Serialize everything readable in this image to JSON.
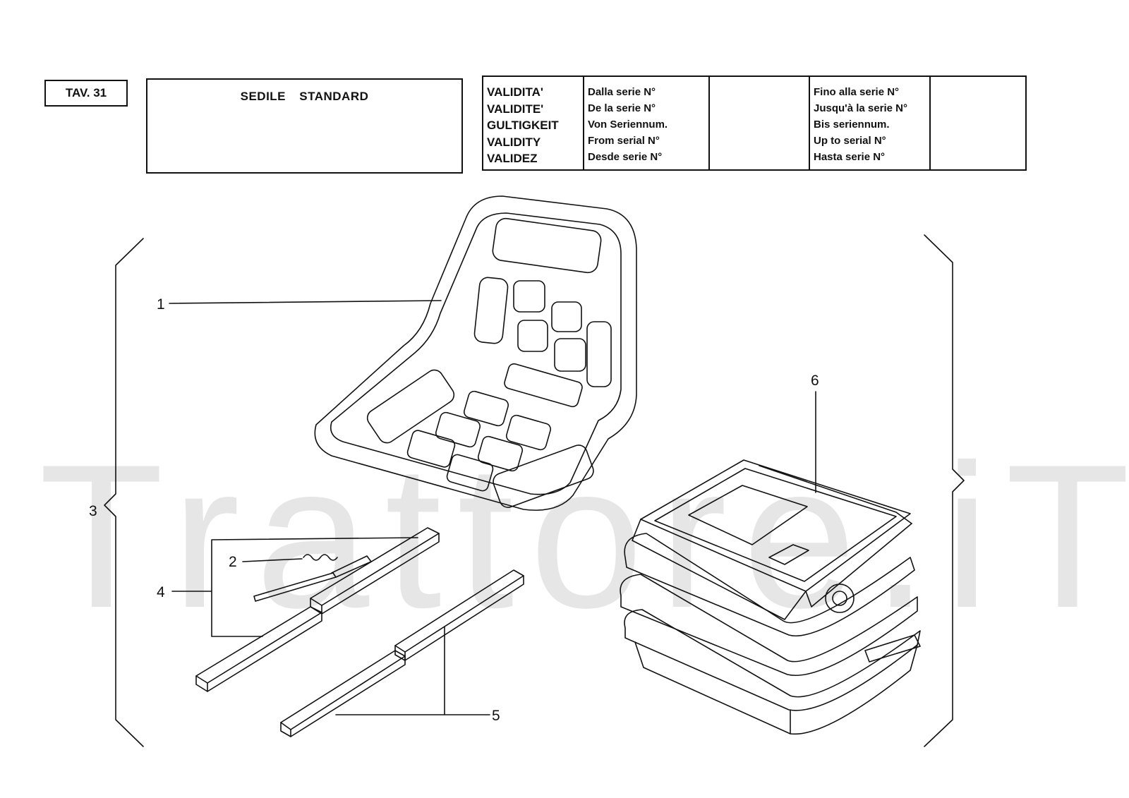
{
  "header": {
    "plate": "TAV. 31",
    "title": "SEDILE   STANDARD"
  },
  "validity": {
    "labels": [
      "VALIDITA'",
      "VALIDITE'",
      "GULTIGKEIT",
      "VALIDITY",
      "VALIDEZ"
    ],
    "from": [
      "Dalla serie N°",
      "De la serie N°",
      "Von  Seriennum.",
      "From serial N°",
      "Desde serie N°"
    ],
    "to": [
      "Fino alla serie N°",
      "Jusqu'à la serie N°",
      "Bis seriennum.",
      "Up to serial N°",
      "Hasta serie N°"
    ]
  },
  "watermark": "Trattore.iT",
  "callouts": [
    "1",
    "2",
    "3",
    "4",
    "5",
    "6"
  ],
  "colors": {
    "ink": "#111111",
    "watermark": "#e6e6e6"
  }
}
